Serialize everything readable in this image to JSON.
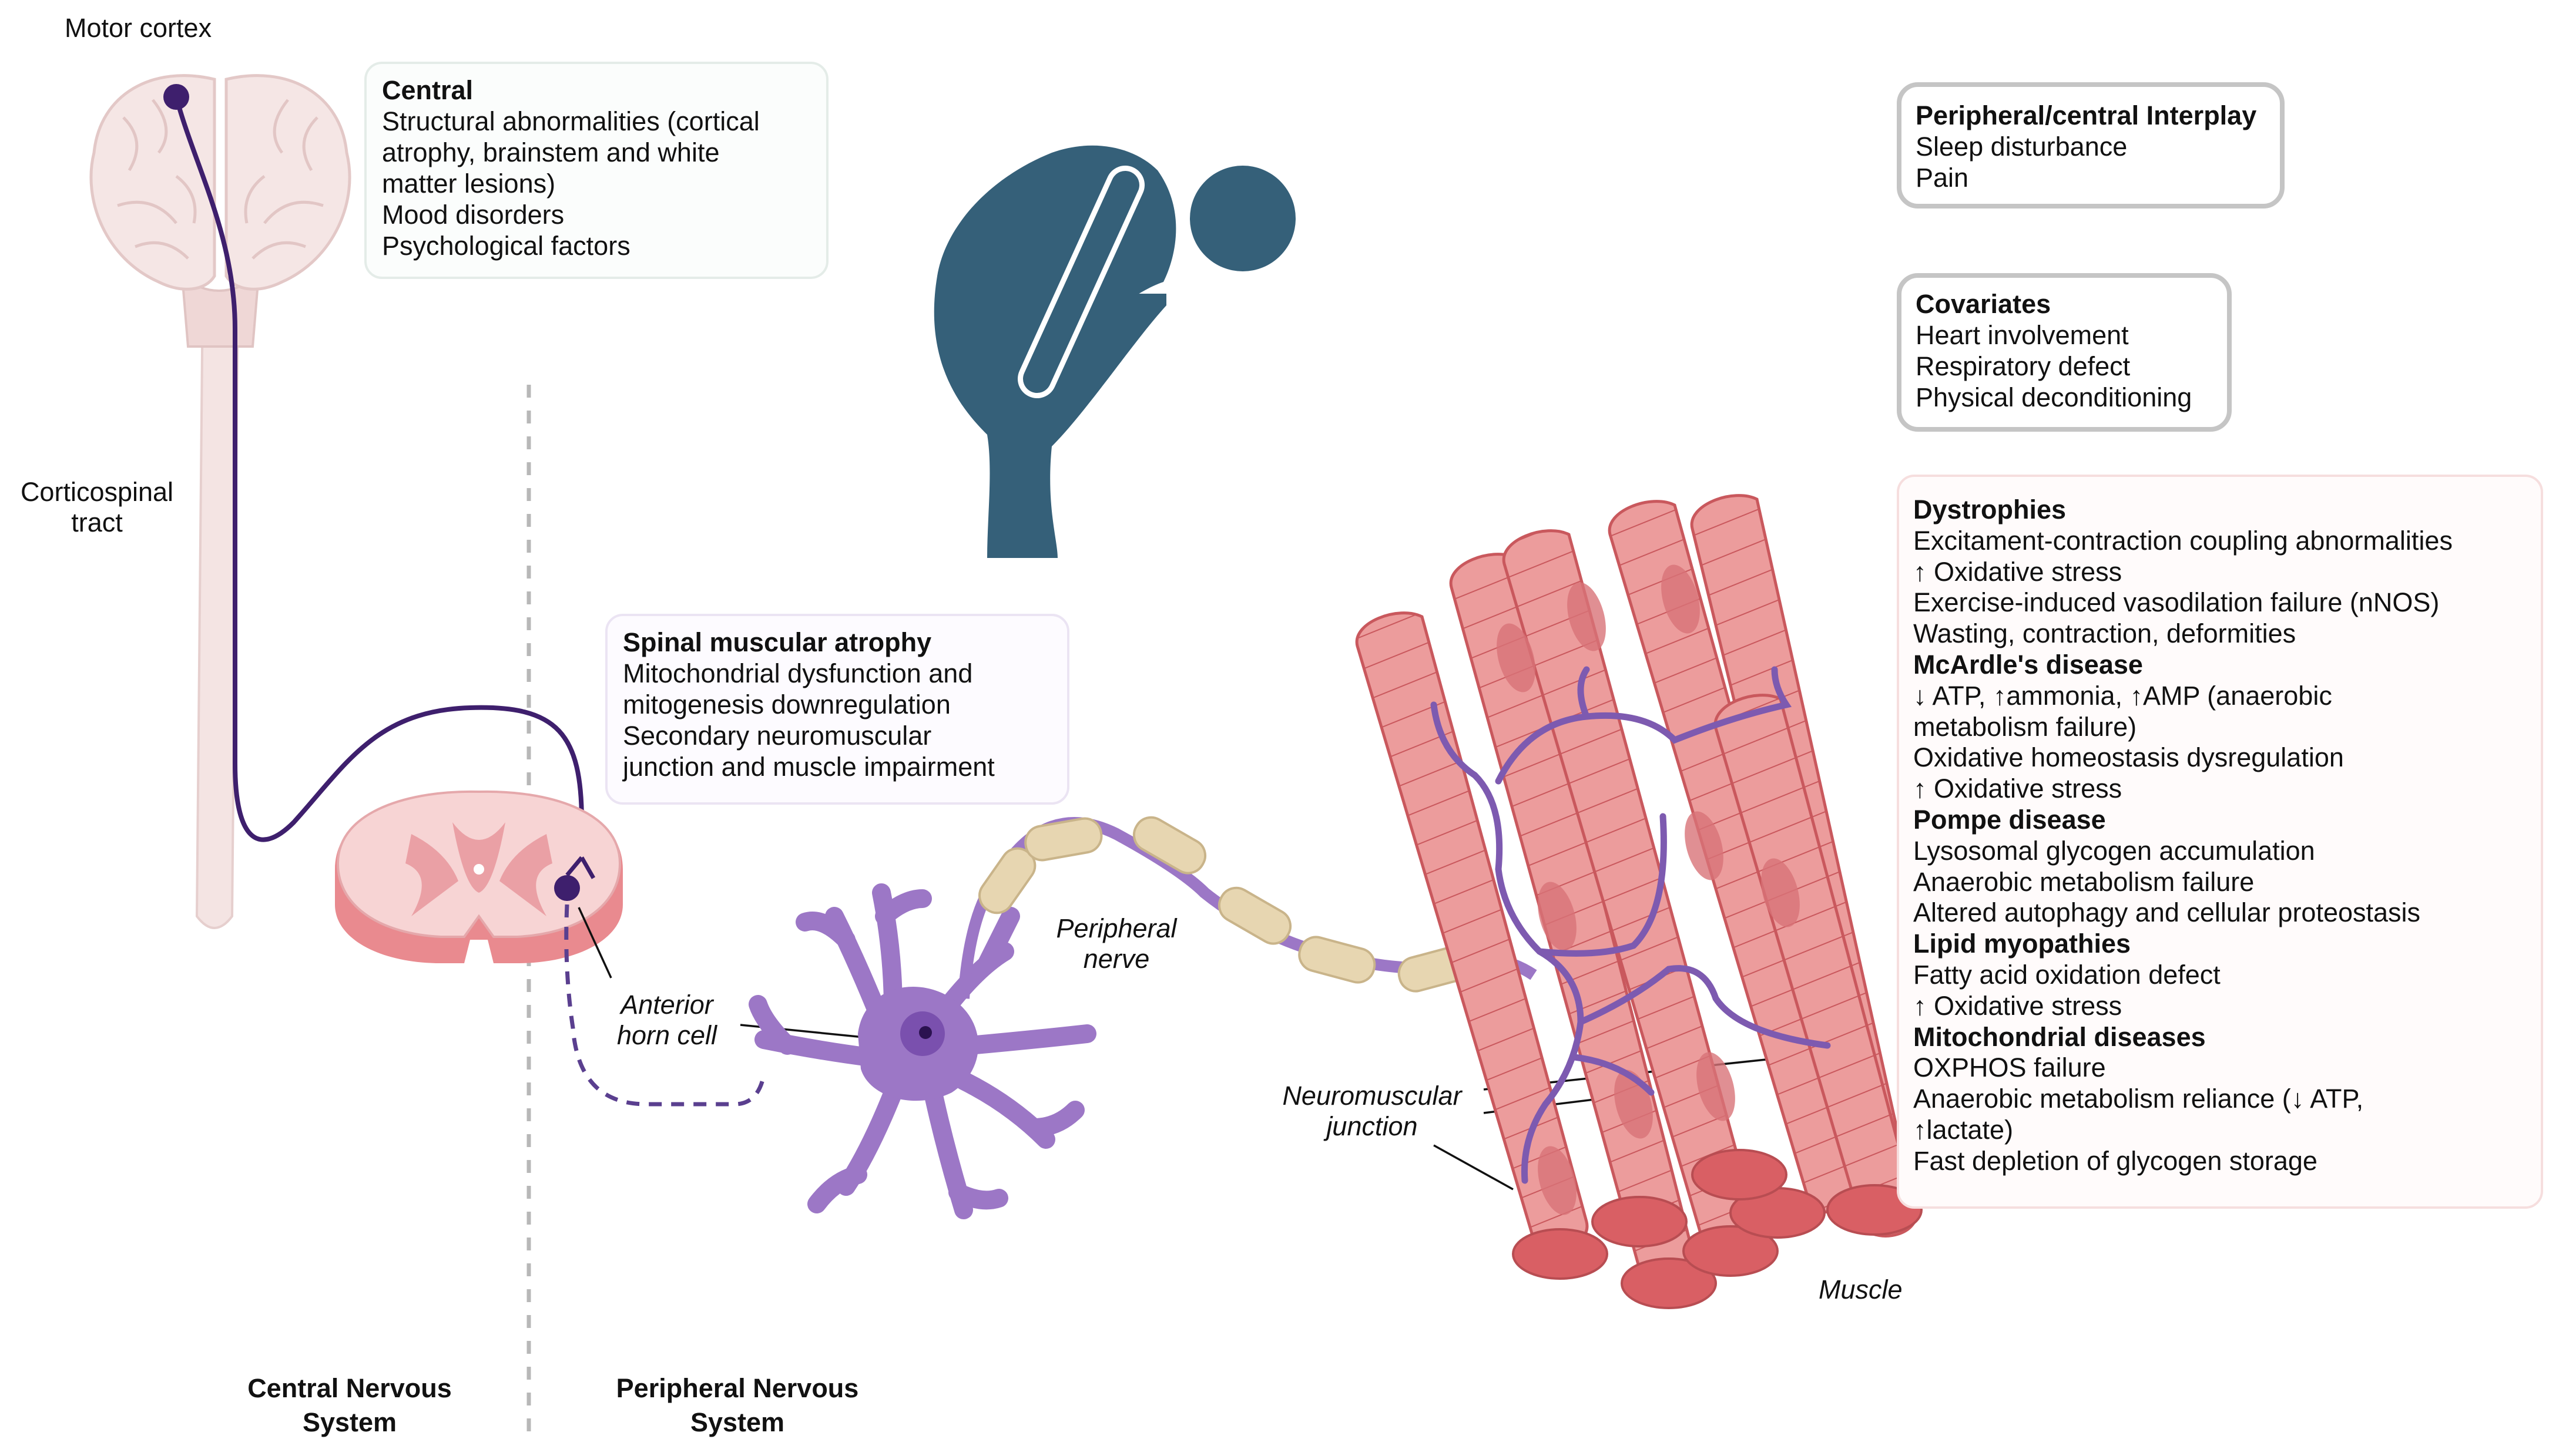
{
  "labels": {
    "motor_cortex": "Motor cortex",
    "corticospinal_tract": [
      "Corticospinal",
      "tract"
    ],
    "anterior_horn_cell": [
      "Anterior",
      "horn cell"
    ],
    "peripheral_nerve": [
      "Peripheral",
      "nerve"
    ],
    "neuromuscular_junction": [
      "Neuromuscular",
      "junction"
    ],
    "muscle": "Muscle",
    "cns": [
      "Central Nervous",
      "System"
    ],
    "pns": [
      "Peripheral  Nervous",
      "System"
    ]
  },
  "boxes": {
    "central": {
      "title": "Central",
      "lines": [
        "Structural abnormalities (cortical",
        "atrophy, brainstem and white",
        "matter lesions)",
        "Mood disorders",
        "Psychological factors"
      ]
    },
    "sma": {
      "title": "Spinal muscular atrophy",
      "lines": [
        "Mitochondrial dysfunction  and",
        "mitogenesis downregulation",
        "Secondary neuromuscular",
        "junction and muscle  impairment"
      ]
    },
    "interplay": {
      "title": "Peripheral/central Interplay",
      "lines": [
        "Sleep disturbance",
        "Pain"
      ]
    },
    "covariates": {
      "title": "Covariates",
      "lines": [
        "Heart involvement",
        "Respiratory defect",
        "Physical deconditioning"
      ]
    },
    "diseases": {
      "sections": [
        {
          "title": "Dystrophies",
          "lines": [
            "Excitament-contraction coupling abnormalities",
            "↑ Oxidative stress",
            "Exercise-induced vasodilation failure (nNOS)",
            "Wasting, contraction, deformities"
          ]
        },
        {
          "title": "McArdle's disease",
          "lines": [
            "↓ ATP, ↑ammonia, ↑AMP    (anaerobic",
            "metabolism failure)",
            "Oxidative homeostasis dysregulation",
            "↑ Oxidative stress"
          ]
        },
        {
          "title": "Pompe disease",
          "lines": [
            "Lysosomal glycogen accumulation",
            "Anaerobic metabolism failure",
            "Altered autophagy and cellular proteostasis"
          ]
        },
        {
          "title": "Lipid myopathies",
          "lines": [
            "Fatty acid oxidation defect",
            "↑ Oxidative stress"
          ]
        },
        {
          "title": "Mitochondrial diseases",
          "lines": [
            "OXPHOS failure",
            "Anaerobic metabolism reliance (↓ ATP,",
            "↑lactate)",
            "Fast depletion of glycogen storage"
          ]
        }
      ]
    }
  },
  "colors": {
    "neuron_purple": "#9c77c6",
    "tract_purple": "#3e1f6d",
    "figure_teal": "#356079",
    "muscle_red": "#e57f82",
    "brain_pink": "#f2dedd",
    "myelin": "#e7d6b1"
  },
  "icons": [
    "brain-icon",
    "spinal-cord-icon",
    "motor-neuron-icon",
    "myelinated-nerve-icon",
    "muscle-fiber-bundle-icon",
    "fatigued-person-icon"
  ]
}
